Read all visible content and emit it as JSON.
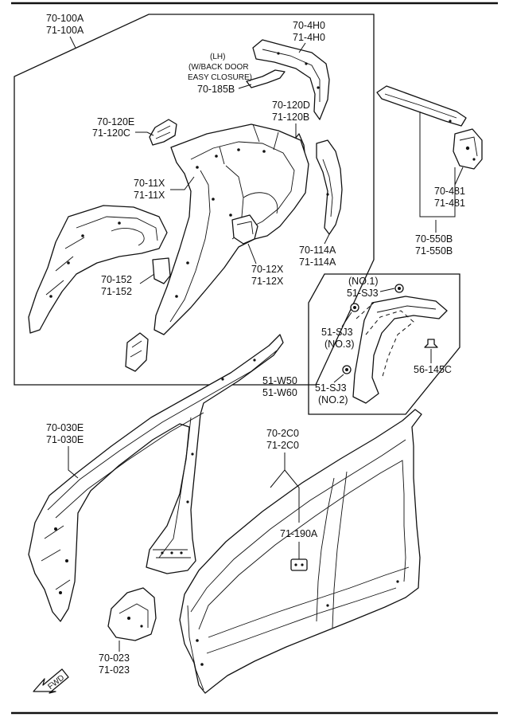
{
  "labels": {
    "side_outer_assy": [
      "70-100A",
      "71-100A"
    ],
    "reinf_4h0": [
      "70-4H0",
      "71-4H0"
    ],
    "lh_note": [
      "(LH)",
      "(W/BACK DOOR",
      "EASY CLOSURE)"
    ],
    "bracket_185b": "70-185B",
    "gusset_120e": [
      "70-120E",
      "71-120C"
    ],
    "pillar_120d": [
      "70-120D",
      "71-120B"
    ],
    "quarter_inner_11x": [
      "70-11X",
      "71-11X"
    ],
    "wheelhouse_114a": [
      "70-114A",
      "71-114A"
    ],
    "wheelhouse_12x": [
      "70-12X",
      "71-12X"
    ],
    "bracket_152": [
      "70-152",
      "71-152"
    ],
    "gutter_550b": [
      "70-550B",
      "71-550B"
    ],
    "bracket_481": [
      "70-481",
      "71-481"
    ],
    "fastener_sj3_no1": [
      "(NO.1)",
      "51-SJ3"
    ],
    "fastener_sj3_no3": [
      "51-SJ3",
      "(NO.3)"
    ],
    "fastener_sj3_no2": [
      "51-SJ3",
      "(NO.2)"
    ],
    "clip_145c": "56-145C",
    "wheel_arch_molding": [
      "51-W50",
      "51-W60"
    ],
    "front_pillar_030e": [
      "70-030E",
      "71-030E"
    ],
    "outer_side_2c0": [
      "70-2C0",
      "71-2C0"
    ],
    "bracket_190a": "71-190A",
    "gusset_023": [
      "70-023",
      "71-023"
    ],
    "fwd": "FWD"
  }
}
